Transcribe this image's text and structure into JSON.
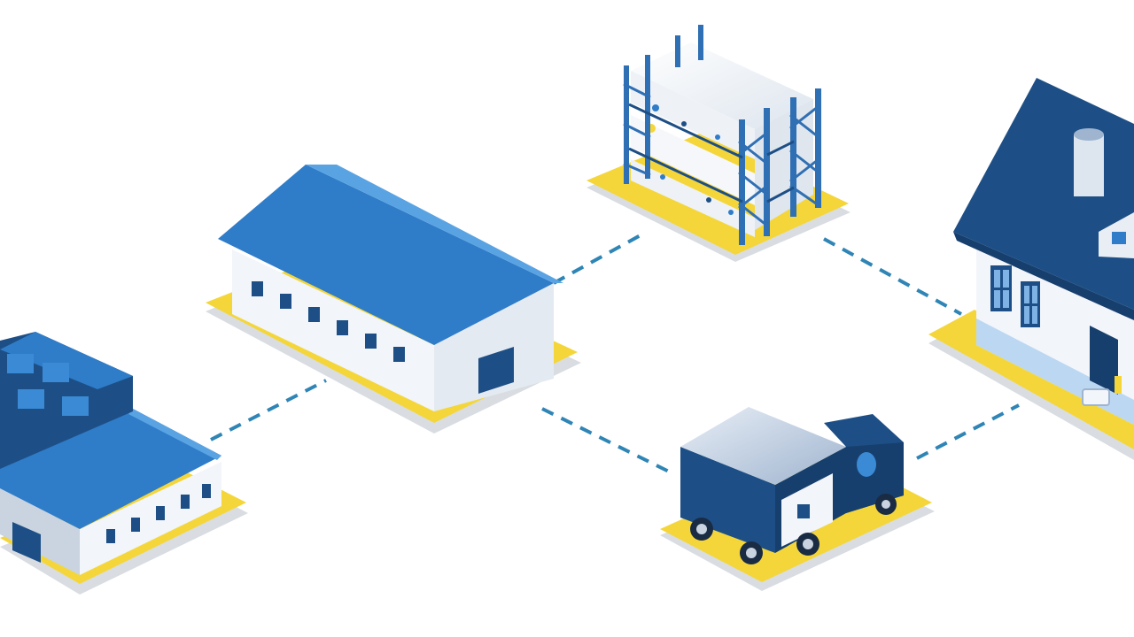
{
  "diagram": {
    "type": "supply-chain-flow",
    "nodes": [
      {
        "id": "factory",
        "icon": "factory-icon"
      },
      {
        "id": "warehouse",
        "icon": "warehouse-icon"
      },
      {
        "id": "storage-racks",
        "icon": "storage-rack-icon"
      },
      {
        "id": "delivery-truck",
        "icon": "delivery-truck-icon"
      },
      {
        "id": "home",
        "icon": "house-icon"
      }
    ],
    "edges": [
      {
        "from": "factory",
        "to": "warehouse",
        "style": "dashed"
      },
      {
        "from": "warehouse",
        "to": "storage-racks",
        "style": "dashed"
      },
      {
        "from": "warehouse",
        "to": "delivery-truck",
        "style": "dashed"
      },
      {
        "from": "storage-racks",
        "to": "home",
        "style": "dashed"
      },
      {
        "from": "delivery-truck",
        "to": "home",
        "style": "dashed"
      }
    ]
  },
  "colors": {
    "background": "#ffffff",
    "platform_yellow": "#f4d63a",
    "platform_shadow": "#d9dde2",
    "roof_blue": "#2f7cc8",
    "roof_blue_light": "#5aa3e3",
    "navy": "#1d4f86",
    "dark_navy": "#173f6e",
    "wall_white": "#f2f5f9",
    "wall_shade": "#c9d4e0",
    "connector": "#2f85b5"
  }
}
